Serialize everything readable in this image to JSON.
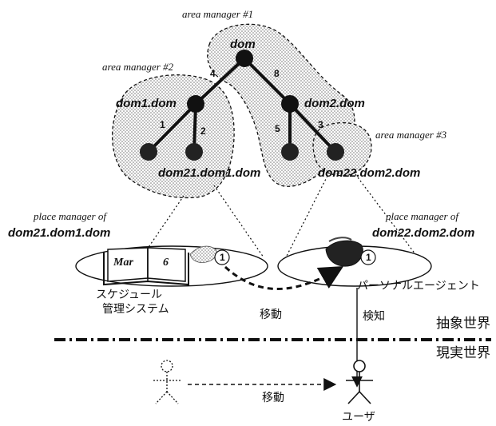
{
  "area_labels": {
    "am1": "area manager #1",
    "am2": "area manager #2",
    "am3": "area manager #3"
  },
  "nodes": {
    "dom": "dom",
    "dom1": "dom1.dom",
    "dom2": "dom2.dom",
    "dom21": "dom21.dom1.dom",
    "dom22": "dom22.dom2.dom"
  },
  "edge_numbers": {
    "e_dom_dom1": "4",
    "e_dom_dom2": "8",
    "e_dom1_left": "1",
    "e_dom1_dom21": "2",
    "e_dom2_left": "5",
    "e_dom2_dom22": "3"
  },
  "place_managers": {
    "left_label": "place manager of",
    "left_domain": "dom21.dom1.dom",
    "right_label": "place manager of",
    "right_domain": "dom22.dom2.dom"
  },
  "book": {
    "month": "Mar",
    "day": "6"
  },
  "agent_marker": "1",
  "apps": {
    "schedule_line1": "スケジュール",
    "schedule_line2": "管理システム",
    "personal_agent": "パーソナルエージェント"
  },
  "actions": {
    "move_upper": "移動",
    "detect": "検知",
    "move_lower": "移動"
  },
  "worlds": {
    "abstract": "抽象世界",
    "real": "現実世界"
  },
  "user_label": "ユーザ",
  "colors": {
    "ink": "#111111",
    "region_fill": "#d6d6d6",
    "node": "#111111"
  }
}
